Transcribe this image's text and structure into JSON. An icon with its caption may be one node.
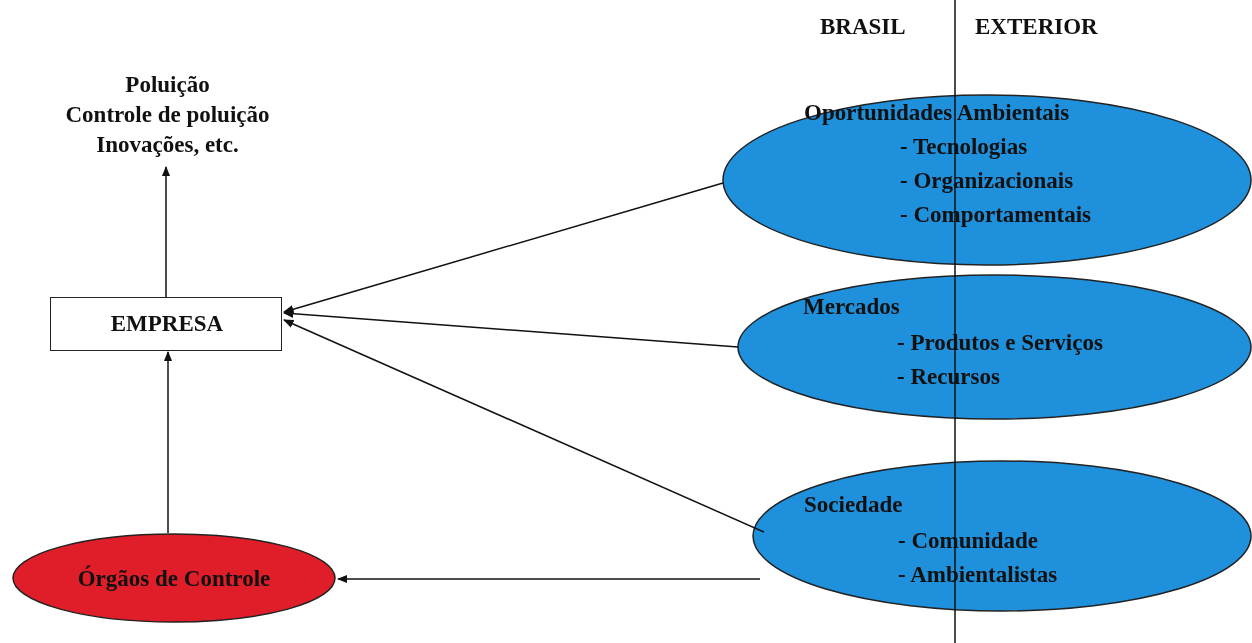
{
  "diagram": {
    "nodes": [
      {
        "text": [
          "Poluição",
          "Controle de poluição",
          "Inovações, etc."
        ]
      },
      {
        "text": [
          "EMPRESA"
        ]
      },
      {
        "text": [
          "Oportunidades Ambientais",
          "- Tecnologias",
          "- Organizacionais",
          "- Comportamentais"
        ]
      },
      {
        "text": [
          "Mercados",
          "- Produtos e Serviços",
          "- Recursos"
        ]
      },
      {
        "text": [
          "Sociedade",
          "- Comunidade",
          "- Ambientalistas"
        ]
      },
      {
        "text": [
          "Órgãos de Controle"
        ]
      }
    ],
    "edges": [
      {
        "from": 1,
        "to": 0,
        "arrow": "to"
      },
      {
        "from": 2,
        "to": 1,
        "arrow": "to"
      },
      {
        "from": 3,
        "to": 1,
        "arrow": "to"
      },
      {
        "from": 4,
        "to": 1,
        "arrow": "to"
      },
      {
        "from": 5,
        "to": 1,
        "arrow": "to"
      },
      {
        "from": 4,
        "to": 5,
        "arrow": "to"
      }
    ],
    "labels": [
      "BRASIL",
      "EXTERIOR"
    ]
  }
}
